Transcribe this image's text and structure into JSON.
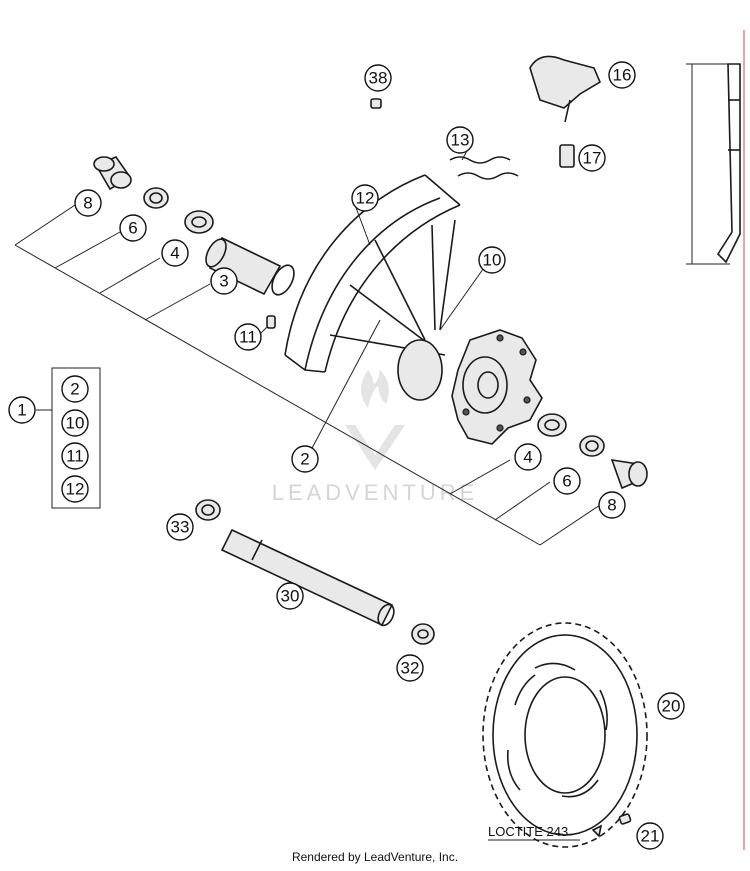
{
  "callouts": {
    "c38": "38",
    "c16": "16",
    "c17": "17",
    "c13": "13",
    "c12_top": "12",
    "c10_top": "10",
    "c8_left": "8",
    "c6_left": "6",
    "c4_left": "4",
    "c3": "3",
    "c11_top": "11",
    "c1": "1",
    "c2_kit": "2",
    "c10_kit": "10",
    "c11_kit": "11",
    "c12_kit": "12",
    "c2": "2",
    "c4_right": "4",
    "c6_right": "6",
    "c8_right": "8",
    "c33": "33",
    "c30": "30",
    "c32": "32",
    "c20": "20",
    "c21": "21"
  },
  "note": {
    "loctite": "LOCTITE 243"
  },
  "watermark": "LEADVENTURE",
  "footer": "Rendered by LeadVenture, Inc.",
  "colors": {
    "line": "#1a1a1a",
    "watermark": "#d5d5d5",
    "edge_line": "#e04a4a"
  }
}
